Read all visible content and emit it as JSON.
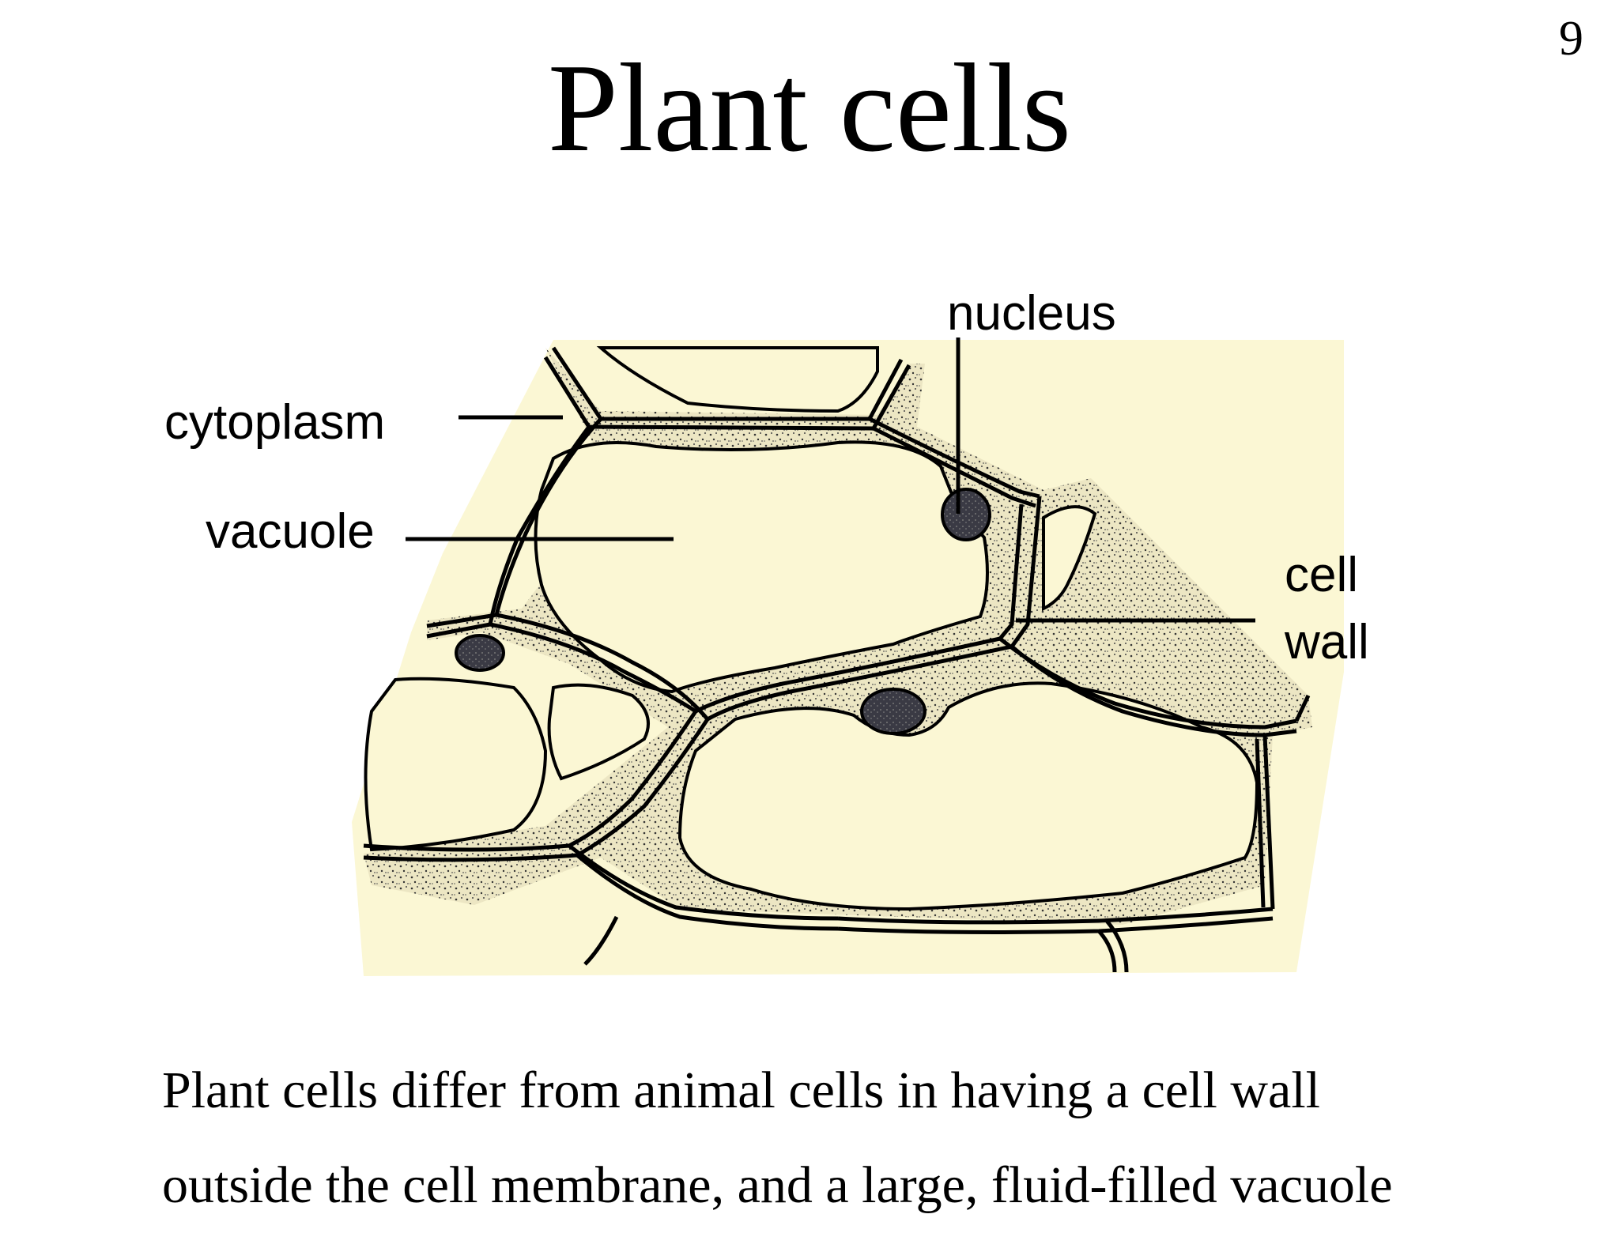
{
  "slide": {
    "number": "9",
    "title": "Plant cells"
  },
  "labels": {
    "nucleus": "nucleus",
    "cytoplasm": "cytoplasm",
    "vacuole": "vacuole",
    "cell_wall_line1": "cell",
    "cell_wall_line2": "wall"
  },
  "caption": {
    "line1": "Plant cells differ from animal cells in having a cell wall",
    "line2": "outside the cell membrane, and a large, fluid-filled vacuole"
  },
  "colors": {
    "background": "#ffffff",
    "cell_fill": "#fbf7d4",
    "cytoplasm_fill": "#ece6c3",
    "nucleus_fill": "#3a3a44",
    "ink": "#000000"
  }
}
